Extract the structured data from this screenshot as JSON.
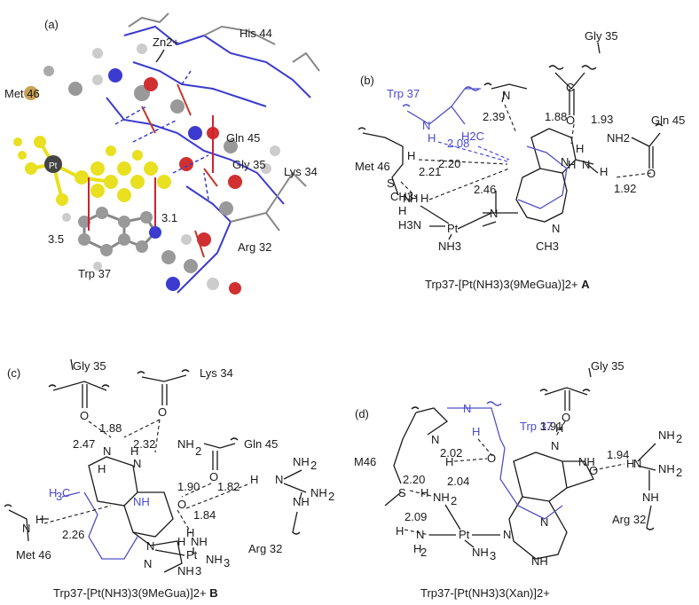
{
  "panel_a": {
    "label": "(a)",
    "residues": [
      "Zn2+",
      "His 44",
      "Met 46",
      "Gln 45",
      "Gly 35",
      "Lys 34",
      "Trp 37",
      "Arg 32"
    ],
    "distances": [
      "3.5",
      "3.1"
    ]
  },
  "panel_b": {
    "label": "(b)",
    "residues": {
      "trp": "Trp 37",
      "gly": "Gly 35",
      "gln": "Gln 45",
      "met": "Met 46"
    },
    "atoms": {
      "h2c": "H2C",
      "nh2": "NH2",
      "ch3": "CH3",
      "h3n": "H3N",
      "pt": "Pt",
      "nh3": "NH3",
      "s": "S",
      "ch3b": "CH3"
    },
    "distances": [
      "2.39",
      "1.88",
      "1.93",
      "2.08",
      "2.21",
      "2.20",
      "2.46",
      "1.92"
    ],
    "caption": "Trp37-[Pt(NH3)3(9MeGua)]2+",
    "caption_bold": "A"
  },
  "panel_c": {
    "label": "(c)",
    "residues": {
      "gly": "Gly 35",
      "lys": "Lys 34",
      "gln": "Gln 45",
      "arg": "Arg 32",
      "met": "Met 46"
    },
    "distances": [
      "1.88",
      "2.47",
      "2.32",
      "1.90",
      "1.82",
      "1.84",
      "2.26"
    ],
    "caption": "Trp37-[Pt(NH3)3(9MeGua)]2+",
    "caption_bold": "B"
  },
  "panel_d": {
    "label": "(d)",
    "residues": {
      "trp": "Trp 37",
      "gly": "Gly 35",
      "arg": "Arg 32",
      "met": "M46"
    },
    "distances": [
      "1.91",
      "2.02",
      "1.94",
      "2.04",
      "2.20",
      "2.09"
    ],
    "caption": "Trp37-[Pt(NH3)3(Xan)]2+"
  }
}
